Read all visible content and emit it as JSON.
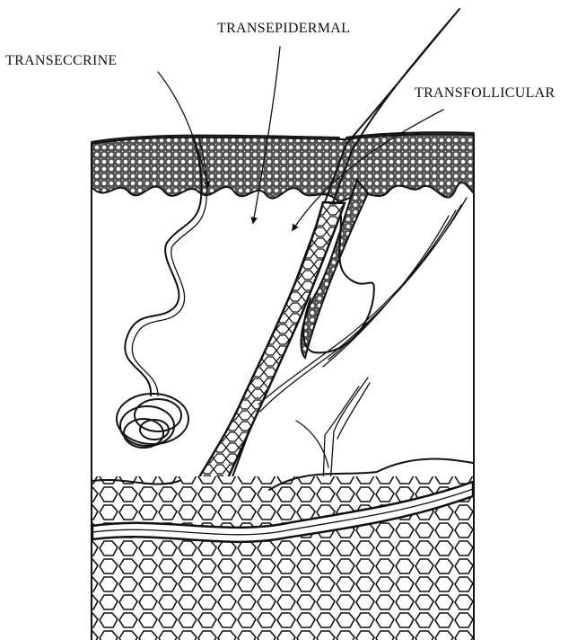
{
  "labels": {
    "transeccrine": "TRANSECCRINE",
    "transepidermal": "TRANSEPIDERMAL",
    "transfollicular": "TRANSFOLLICULAR"
  },
  "colors": {
    "ink": "#111111",
    "background": "#ffffff"
  }
}
